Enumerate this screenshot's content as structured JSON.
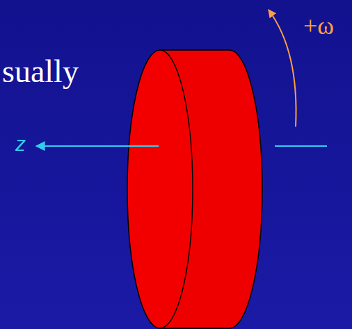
{
  "diagram": {
    "labels": [
      "sually",
      "z",
      "+ω"
    ]
  }
}
